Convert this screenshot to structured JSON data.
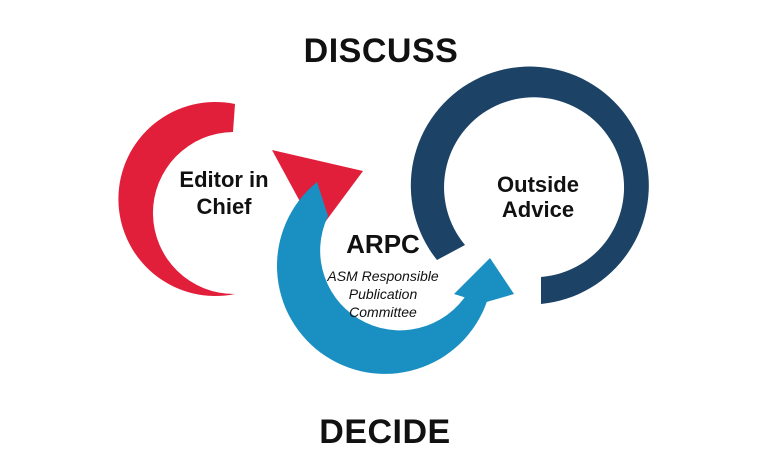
{
  "diagram": {
    "top_heading": "DISCUSS",
    "bottom_heading": "DECIDE",
    "nodes": {
      "editor": {
        "line1": "Editor in",
        "line2": "Chief",
        "color": "#e21f3b"
      },
      "arpc": {
        "title": "ARPC",
        "sub1": "ASM Responsible",
        "sub2": "Publication",
        "sub3": "Committee",
        "color": "#1a8fc2"
      },
      "outside": {
        "line1": "Outside",
        "line2": "Advice",
        "color": "#1c4266"
      }
    },
    "text_color": "#111111"
  }
}
